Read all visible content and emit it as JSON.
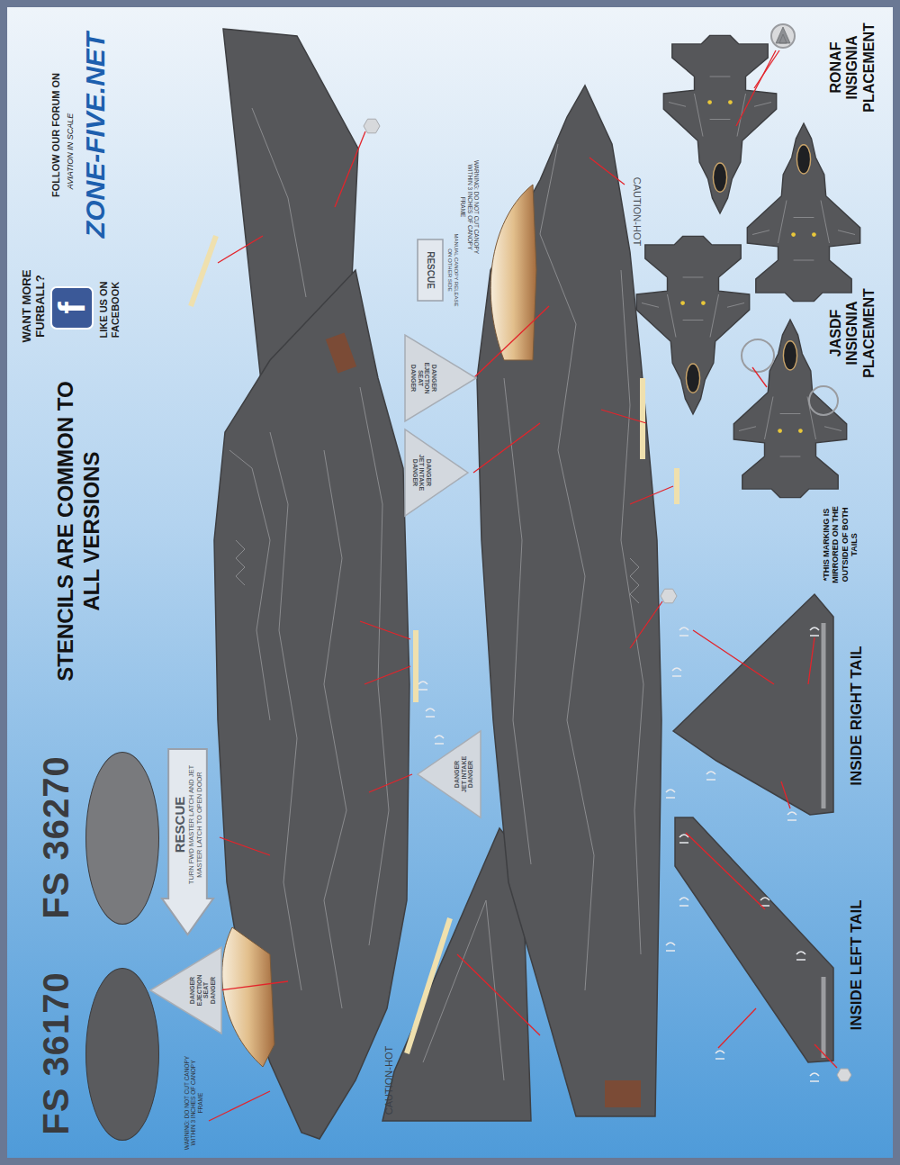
{
  "diagram": {
    "title": "STENCILS ARE COMMON TO ALL VERSIONS",
    "nodes": [
      {
        "text": [
          "f"
        ]
      },
      {
        "text": [
          "RESCUE",
          "TURN FWD MASTER LATCH AND JET MASTER LATCH TO OPEN DOOR"
        ]
      },
      {
        "text": [
          "DANGER EJECTION SEAT DANGER"
        ]
      },
      {
        "text": [
          "DANGER JET INTAKE DANGER"
        ]
      },
      {
        "text": [
          "RESCUE"
        ]
      },
      {
        "text": [
          "DANGER EJECTION SEAT DANGER"
        ]
      },
      {
        "text": [
          "DANGER JET INTAKE DANGER"
        ]
      }
    ],
    "labels": [
      "WANT MORE FURBALL?",
      "LIKE US ON FACEBOOK",
      "FOLLOW OUR FORUM ON",
      "AVIATION IN SCALE",
      "ZONE-FIVE.NET",
      "RONAF INSIGNIA PLACEMENT",
      "JASDF INSIGNIA PLACEMENT",
      "*THIS MARKING IS MIRRORED ON THE OUTSIDE OF BOTH TAILS",
      "INSIDE RIGHT TAIL",
      "INSIDE LEFT TAIL",
      "CAUTION-HOT",
      "WARNING: DO NOT CUT CANOPY WITHIN 3 INCHES OF CANOPY FRAME",
      "MANUAL CANOPY RELEASE ON OTHER SIDE",
      "CAUTION-HOT",
      "WARNING: DO NOT CUT CANOPY WITHIN 3 INCHES OF CANOPY FRAME"
    ],
    "legend": [
      {
        "text": "FS 36170",
        "color": "#5a5b5e"
      },
      {
        "text": "FS 36270",
        "color": "#797a7d"
      }
    ]
  }
}
